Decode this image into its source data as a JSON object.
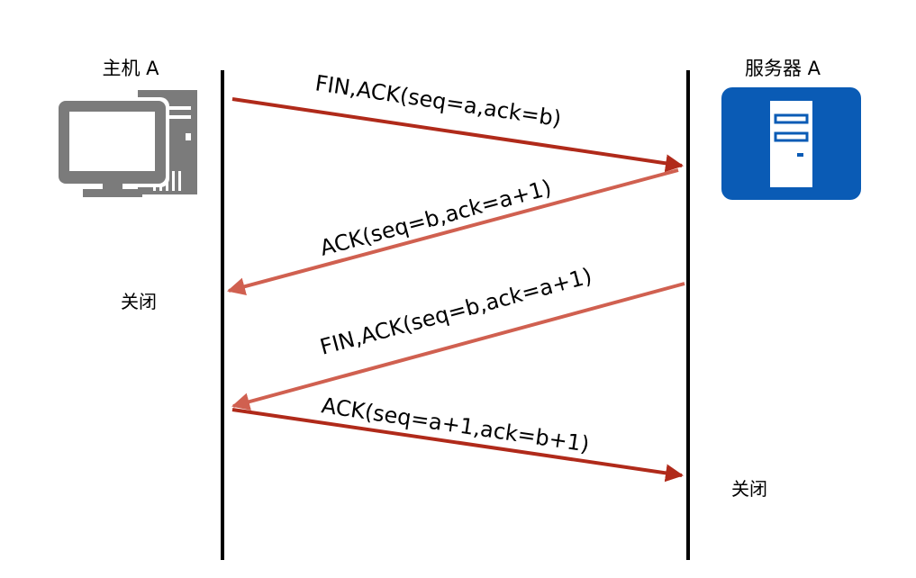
{
  "host": {
    "label": "主机 A",
    "icon": "desktop-computer-icon",
    "closed_label": "关闭"
  },
  "server": {
    "label": "服务器 A",
    "icon": "server-icon",
    "closed_label": "关闭"
  },
  "messages": [
    {
      "text": "FIN,ACK(seq=a,ack=b)",
      "direction": "host-to-server"
    },
    {
      "text": "ACK(seq=b,ack=a+1)",
      "direction": "server-to-host"
    },
    {
      "text": "FIN,ACK(seq=b,ack=a+1)",
      "direction": "server-to-host"
    },
    {
      "text": "ACK(seq=a+1,ack=b+1)",
      "direction": "host-to-server"
    }
  ],
  "colors": {
    "arrow_dark": "#b02a1a",
    "arrow_light": "#d06050",
    "lifeline": "#000000",
    "computer_gray": "#7b7b7b",
    "server_blue": "#0a5bb5"
  }
}
